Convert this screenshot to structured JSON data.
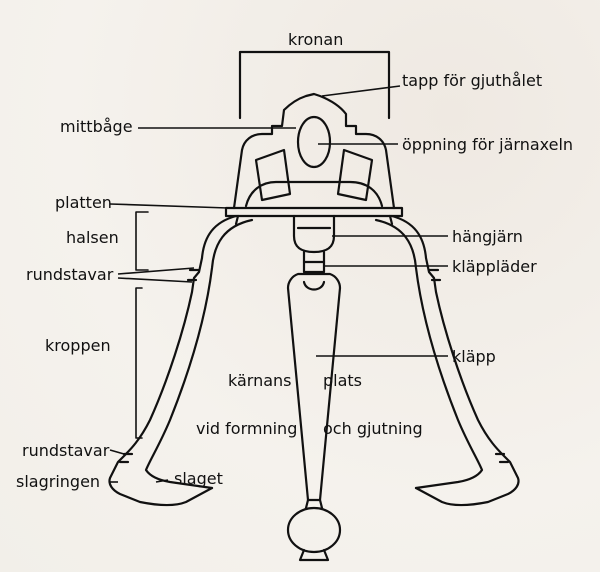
{
  "labels": {
    "kronan": "kronan",
    "tapp": "tapp för gjuthålet",
    "mittbage": "mittbåge",
    "oppning": "öppning för järnaxeln",
    "platten": "platten",
    "halsen": "halsen",
    "hangjarn": "hängjärn",
    "rundstavar_top": "rundstavar",
    "klappladder": "kläppläder",
    "kroppen": "kroppen",
    "klapp": "kläpp",
    "karnans": "kärnans",
    "plats": "plats",
    "vid_formning": "vid formning",
    "och_gjutning": "och gjutning",
    "rundstavar_bottom": "rundstavar",
    "slagringen": "slagringen",
    "slaget": "slaget"
  },
  "colors": {
    "ink": "#111111",
    "paper": "#f4f1ec"
  }
}
